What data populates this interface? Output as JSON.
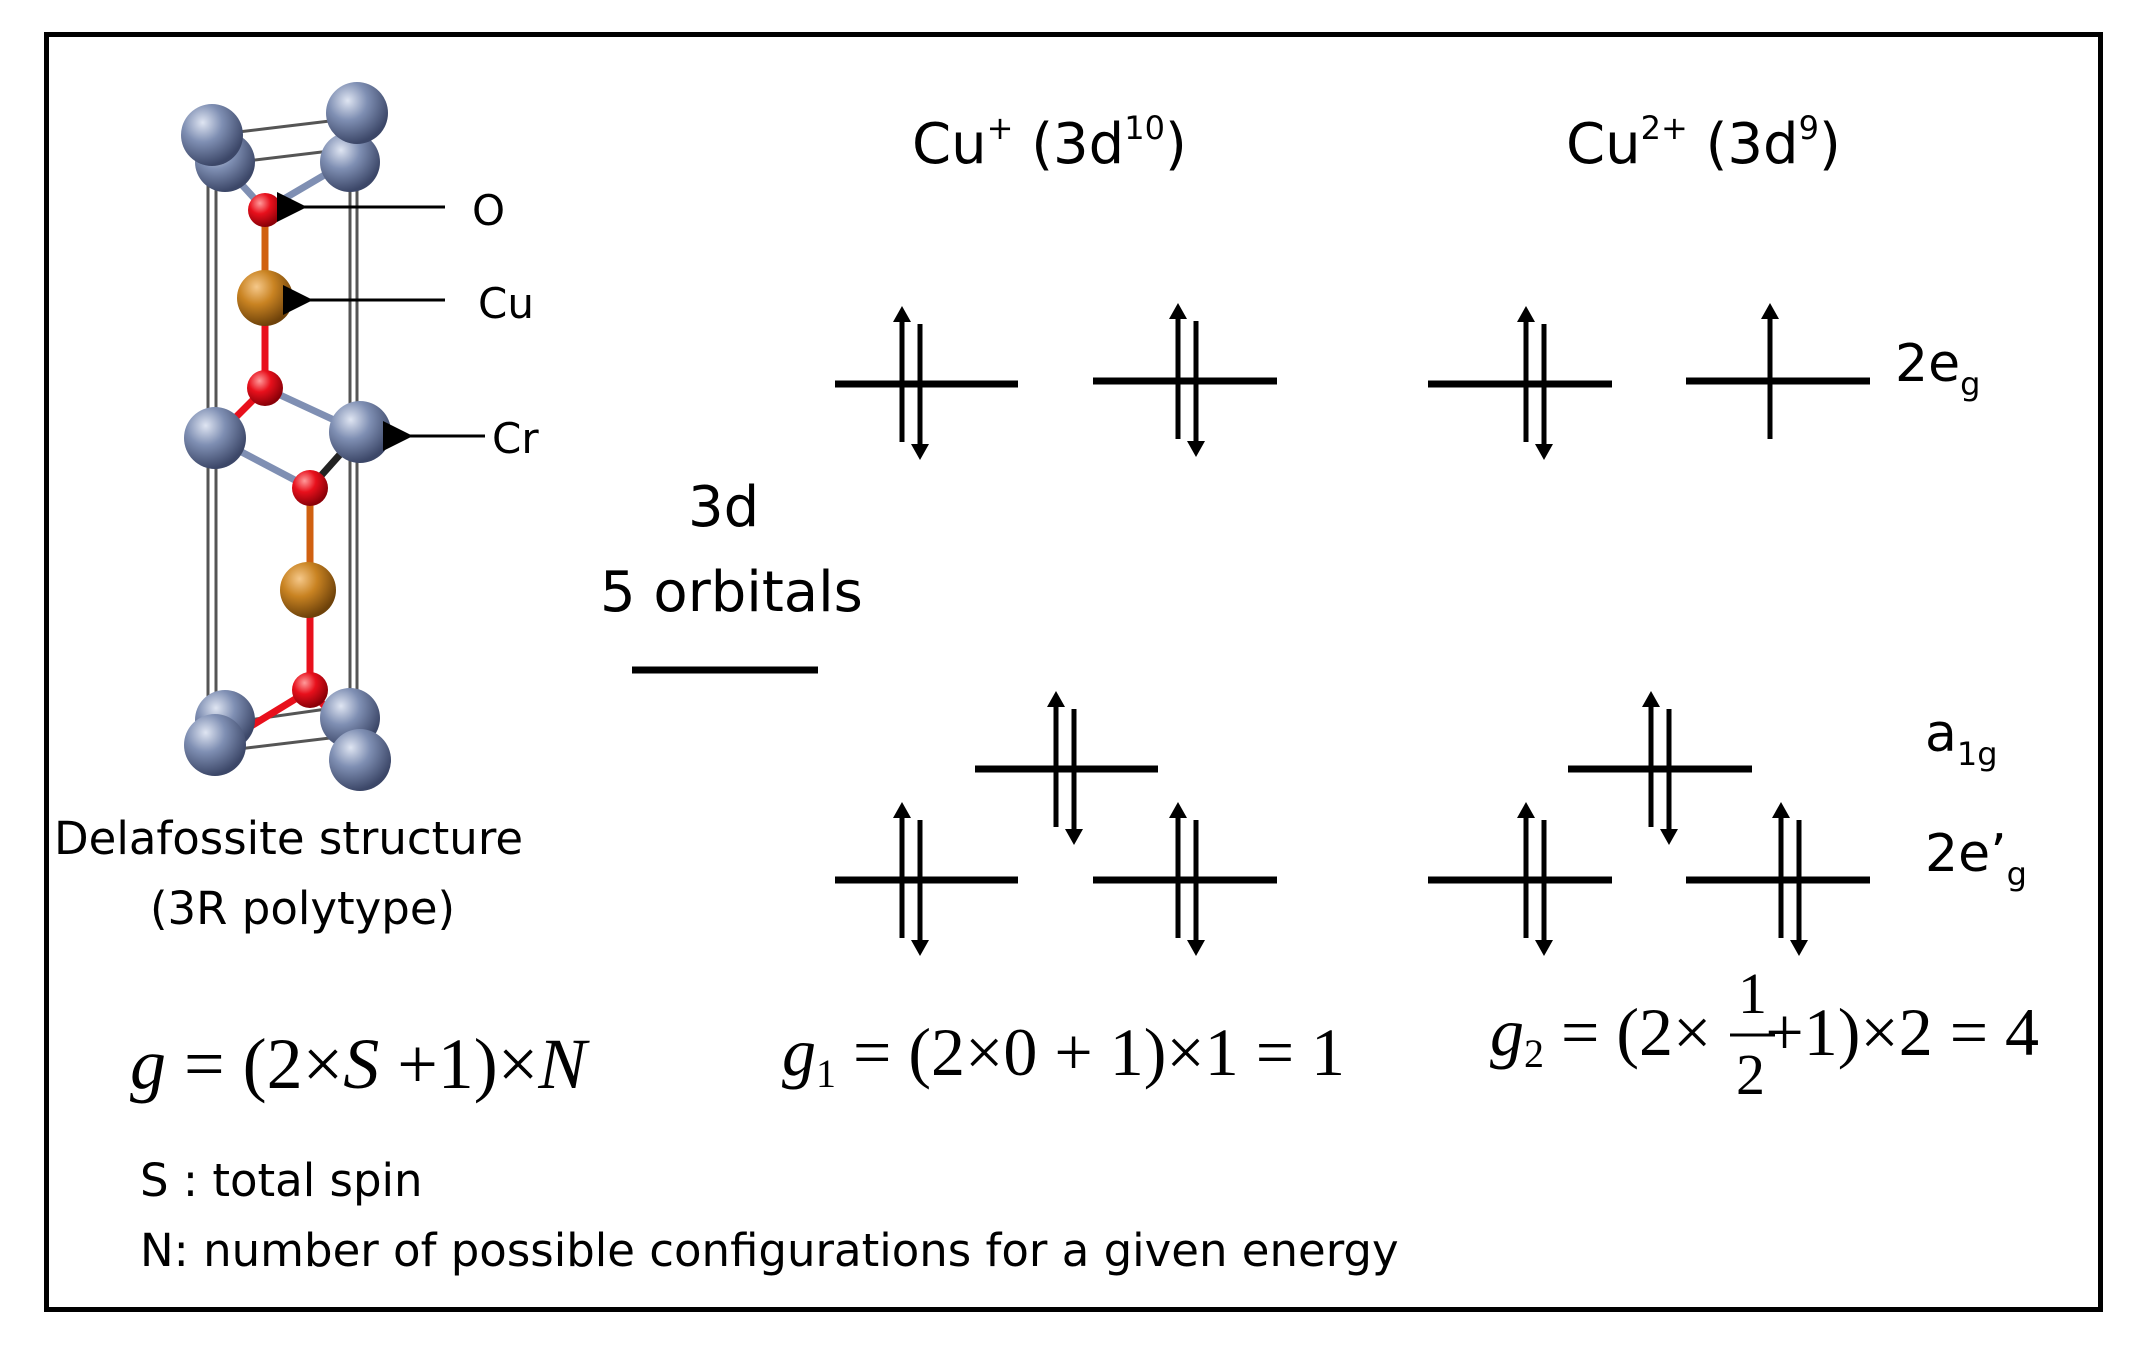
{
  "crystal": {
    "labels": {
      "oxygen": "O",
      "copper": "Cu",
      "chromium": "Cr"
    },
    "caption_line1": "Delafossite  structure",
    "caption_line2": "(3R polytype)",
    "colors": {
      "cr": "#7f8fb3",
      "o": "#e8101c",
      "cu": "#c98322",
      "cell": "#555555"
    }
  },
  "headers": {
    "cu1": {
      "base": "Cu",
      "charge": "+",
      "config_open": " (3d",
      "config_power": "10",
      "config_close": ")"
    },
    "cu2": {
      "base": "Cu",
      "charge": "2+",
      "config_open": " (3d",
      "config_power": "9",
      "config_close": ")"
    }
  },
  "free_ion": {
    "line1": "3d",
    "line2": "5 orbitals"
  },
  "orbital_labels": {
    "eg": {
      "main": "2e",
      "sub": "g"
    },
    "a1g": {
      "main": "a",
      "sub": "1g"
    },
    "eg_prime": {
      "main": "2e’",
      "sub": "g"
    }
  },
  "occupancy": {
    "cu1": {
      "eg": [
        "paired",
        "paired"
      ],
      "a1g": [
        "paired"
      ],
      "eg_prime": [
        "paired",
        "paired"
      ]
    },
    "cu2": {
      "eg": [
        "paired",
        "up"
      ],
      "a1g": [
        "paired"
      ],
      "eg_prime": [
        "paired",
        "paired"
      ]
    }
  },
  "equations": {
    "general": {
      "g": "g",
      "eq": " = (2×",
      "s": "S",
      "plus": " +1)×",
      "n": "N"
    },
    "g1": {
      "g": "g",
      "sub": "1",
      "rest": " = (2×0 + 1)×1 = 1"
    },
    "g2": {
      "g": "g",
      "sub": "2",
      "pre": " = (2×",
      "num": "1",
      "den": "2",
      "post": "+1)×2 = 4"
    }
  },
  "definitions": {
    "s": "S : total spin",
    "n": "N: number of possible configurations for a given energy"
  }
}
